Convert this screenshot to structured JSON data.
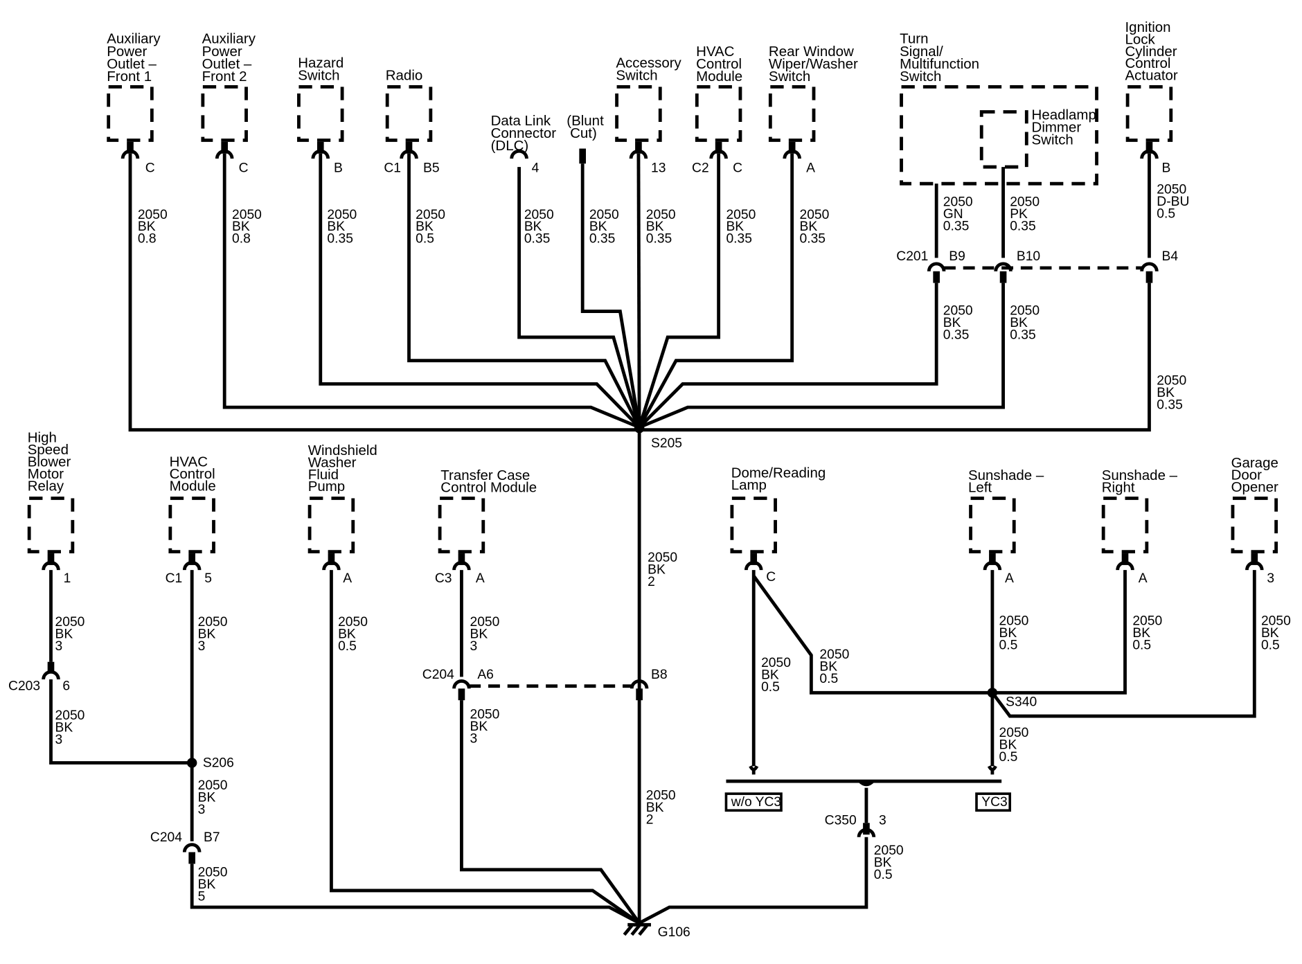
{
  "top_components": [
    {
      "id": "apo1",
      "lines": [
        "Auxiliary",
        "Power",
        "Outlet –",
        "Front 1"
      ],
      "pin": "C",
      "wire": [
        "2050",
        "BK",
        "0.8"
      ]
    },
    {
      "id": "apo2",
      "lines": [
        "Auxiliary",
        "Power",
        "Outlet –",
        "Front 2"
      ],
      "pin": "C",
      "wire": [
        "2050",
        "BK",
        "0.8"
      ]
    },
    {
      "id": "hazard",
      "lines": [
        "Hazard",
        "Switch"
      ],
      "pin": "B",
      "wire": [
        "2050",
        "BK",
        "0.35"
      ]
    },
    {
      "id": "radio",
      "lines": [
        "Radio"
      ],
      "conn": "C1",
      "pin": "B5",
      "wire": [
        "2050",
        "BK",
        "0.5"
      ]
    },
    {
      "id": "dlc",
      "lines": [
        "Data Link",
        "Connector",
        "(DLC)"
      ],
      "pin": "4",
      "wire": [
        "2050",
        "BK",
        "0.35"
      ]
    },
    {
      "id": "blunt",
      "lines": [
        "(Blunt",
        "Cut)"
      ],
      "wire": [
        "2050",
        "BK",
        "0.35"
      ]
    },
    {
      "id": "accessory",
      "lines": [
        "Accessory",
        "Switch"
      ],
      "pin": "13",
      "wire": [
        "2050",
        "BK",
        "0.35"
      ]
    },
    {
      "id": "hvac_top",
      "lines": [
        "HVAC",
        "Control",
        "Module"
      ],
      "conn": "C2",
      "pin": "C",
      "wire": [
        "2050",
        "BK",
        "0.35"
      ]
    },
    {
      "id": "rearwiper",
      "lines": [
        "Rear Window",
        "Wiper/Washer",
        "Switch"
      ],
      "pin": "A",
      "wire": [
        "2050",
        "BK",
        "0.35"
      ]
    },
    {
      "id": "turn",
      "lines": [
        "Turn",
        "Signal/",
        "Multifunction",
        "Switch"
      ],
      "wire": [
        "2050",
        "GN",
        "0.35"
      ],
      "wire2": [
        "2050",
        "BK",
        "0.35"
      ]
    },
    {
      "id": "headlamp",
      "lines": [
        "Headlamp",
        "Dimmer",
        "Switch"
      ],
      "wire": [
        "2050",
        "PK",
        "0.35"
      ],
      "wire2": [
        "2050",
        "BK",
        "0.35"
      ]
    },
    {
      "id": "ignition",
      "lines": [
        "Ignition",
        "Lock",
        "Cylinder",
        "Control",
        "Actuator"
      ],
      "pin": "B",
      "wire": [
        "2050",
        "D-BU",
        "0.5"
      ],
      "wire2": [
        "2050",
        "BK",
        "0.35"
      ]
    }
  ],
  "c201": {
    "name": "C201",
    "pins": [
      "B9",
      "B10",
      "B4"
    ]
  },
  "s205": "S205",
  "trunk_wire": [
    "2050",
    "BK",
    "2"
  ],
  "trunk_wire2": [
    "2050",
    "BK",
    "2"
  ],
  "bottom_components": [
    {
      "id": "blower",
      "lines": [
        "High",
        "Speed",
        "Blower",
        "Motor",
        "Relay"
      ],
      "pin": "1",
      "wire": [
        "2050",
        "BK",
        "3"
      ],
      "conn_name": "C203",
      "conn_pin": "6",
      "wire2": [
        "2050",
        "BK",
        "3"
      ]
    },
    {
      "id": "hvac_bot",
      "lines": [
        "HVAC",
        "Control",
        "Module"
      ],
      "conn": "C1",
      "pin": "5",
      "wire": [
        "2050",
        "BK",
        "3"
      ]
    },
    {
      "id": "washer",
      "lines": [
        "Windshield",
        "Washer",
        "Fluid",
        "Pump"
      ],
      "pin": "A",
      "wire": [
        "2050",
        "BK",
        "0.5"
      ]
    },
    {
      "id": "transfer",
      "lines": [
        "Transfer Case",
        "Control Module"
      ],
      "conn": "C3",
      "pin": "A",
      "wire": [
        "2050",
        "BK",
        "3"
      ],
      "wire2": [
        "2050",
        "BK",
        "3"
      ]
    },
    {
      "id": "dome",
      "lines": [
        "Dome/Reading",
        "Lamp"
      ],
      "pin": "C",
      "wire": [
        "2050",
        "BK",
        "0.5"
      ],
      "wire_b": [
        "2050",
        "BK",
        "0.5"
      ]
    },
    {
      "id": "sunleft",
      "lines": [
        "Sunshade –",
        "Left"
      ],
      "pin": "A",
      "wire": [
        "2050",
        "BK",
        "0.5"
      ],
      "wire2": [
        "2050",
        "BK",
        "0.5"
      ]
    },
    {
      "id": "sunright",
      "lines": [
        "Sunshade –",
        "Right"
      ],
      "pin": "A",
      "wire": [
        "2050",
        "BK",
        "0.5"
      ]
    },
    {
      "id": "garage",
      "lines": [
        "Garage",
        "Door",
        "Opener"
      ],
      "pin": "3",
      "wire": [
        "2050",
        "BK",
        "0.5"
      ]
    }
  ],
  "s206": "S206",
  "s206_wire": [
    "2050",
    "BK",
    "3"
  ],
  "c204_left": {
    "name": "C204",
    "pin": "B7",
    "wire": [
      "2050",
      "BK",
      "5"
    ]
  },
  "c204_mid": {
    "name": "C204",
    "pins": [
      "A6",
      "B8"
    ]
  },
  "s340": "S340",
  "c350": {
    "name": "C350",
    "pin": "3",
    "wire": [
      "2050",
      "BK",
      "0.5"
    ]
  },
  "options": {
    "without": "w/o YC3",
    "with": "YC3"
  },
  "ground": "G106"
}
